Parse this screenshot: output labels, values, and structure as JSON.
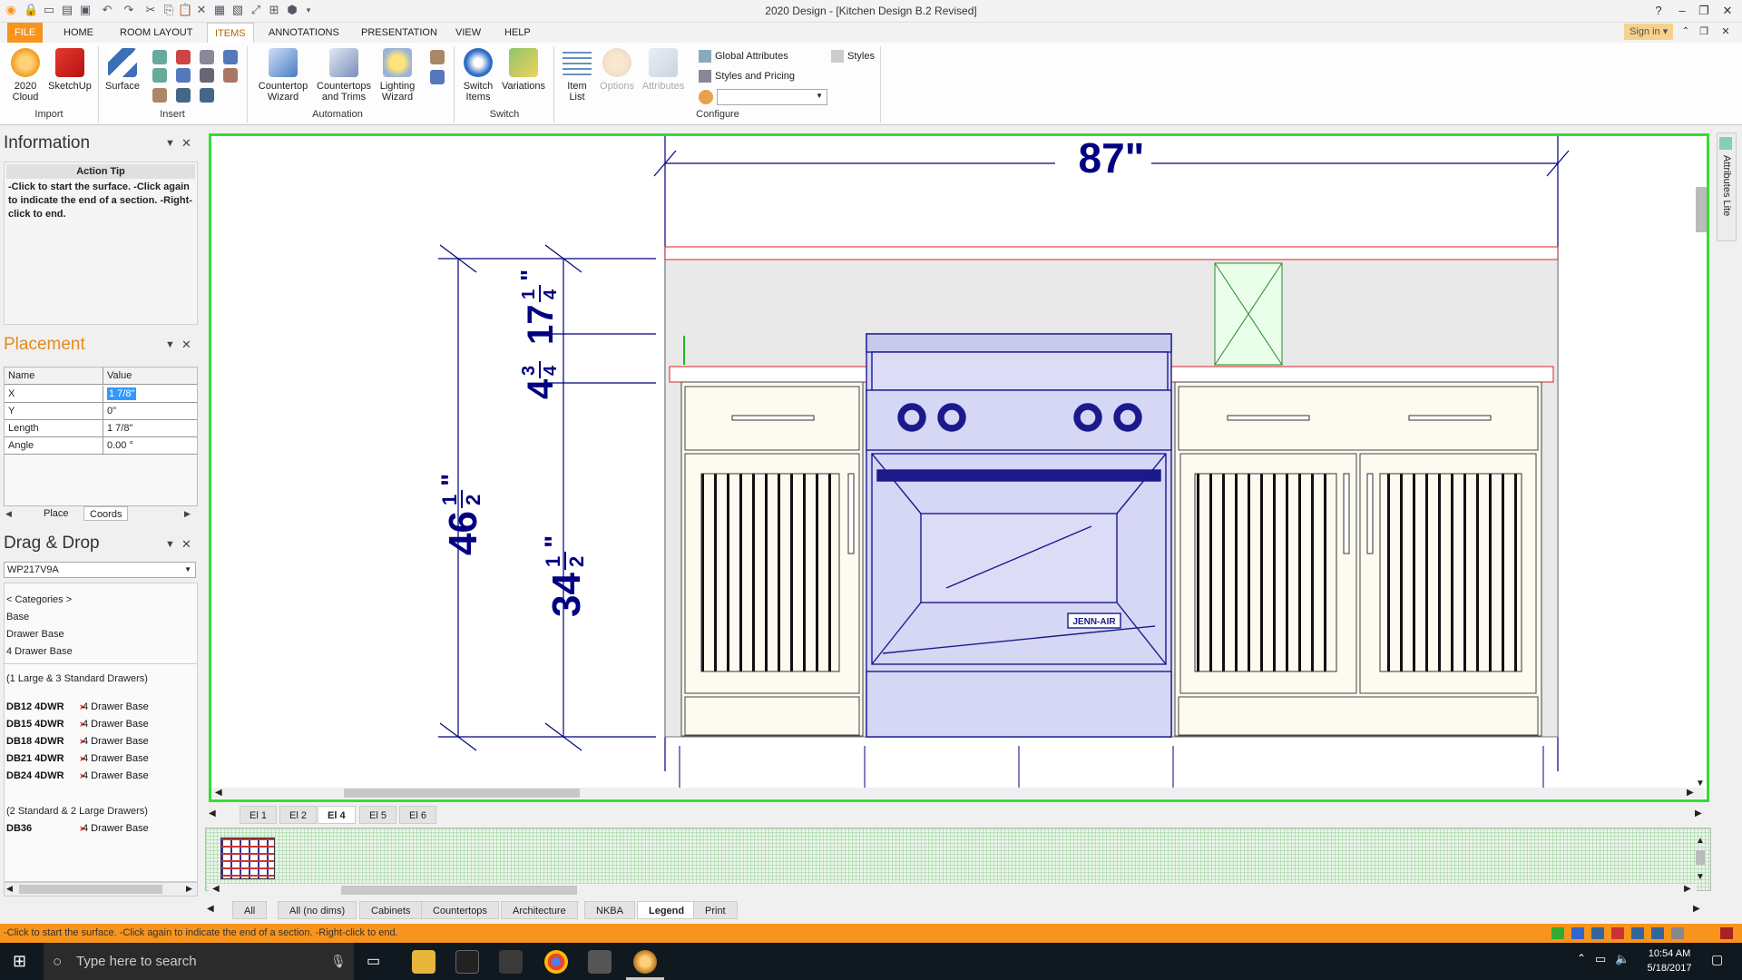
{
  "window": {
    "title": "2020 Design - [Kitchen Design B.2 Revised]"
  },
  "menu": {
    "items": [
      "FILE",
      "HOME",
      "ROOM LAYOUT",
      "ITEMS",
      "ANNOTATIONS",
      "PRESENTATION",
      "VIEW",
      "HELP"
    ],
    "active": "ITEMS",
    "signin": "Sign in"
  },
  "ribbon": {
    "import": {
      "title": "Import",
      "cloud": "2020\nCloud",
      "sketchup": "SketchUp"
    },
    "insert": {
      "title": "Insert",
      "surface": "Surface"
    },
    "automation": {
      "title": "Automation",
      "countertop_wizard": "Countertop\nWizard",
      "countertops_trims": "Countertops\nand Trims",
      "lighting_wizard": "Lighting\nWizard"
    },
    "switch": {
      "title": "Switch",
      "switch_items": "Switch\nItems",
      "variations": "Variations"
    },
    "configure": {
      "title": "Configure",
      "item_list": "Item\nList",
      "options": "Options",
      "attributes": "Attributes",
      "global_attributes": "Global Attributes",
      "styles_pricing": "Styles and Pricing",
      "styles": "Styles"
    }
  },
  "info_panel": {
    "title": "Information",
    "tip_header": "Action Tip",
    "tip_text": "-Click to start the surface. -Click again to indicate the end of a section. -Right-click to end."
  },
  "placement_panel": {
    "title": "Placement",
    "col_name": "Name",
    "col_value": "Value",
    "rows": [
      {
        "name": "X",
        "value": "1 7/8\""
      },
      {
        "name": "Y",
        "value": "0\""
      },
      {
        "name": "Length",
        "value": "1 7/8\""
      },
      {
        "name": "Angle",
        "value": "0.00 °"
      }
    ],
    "tabs": [
      "Place",
      "Coords"
    ]
  },
  "drag_drop": {
    "title": "Drag & Drop",
    "combo": "WP217V9A",
    "categories_label": "< Categories >",
    "path": [
      "Base",
      "Drawer Base",
      "4 Drawer Base"
    ],
    "group1": "(1 Large & 3 Standard Drawers)",
    "items1": [
      {
        "code": "DB12 4DWR",
        "desc": "4 Drawer Base"
      },
      {
        "code": "DB15 4DWR",
        "desc": "4 Drawer Base"
      },
      {
        "code": "DB18 4DWR",
        "desc": "4 Drawer Base"
      },
      {
        "code": "DB21 4DWR",
        "desc": "4 Drawer Base"
      },
      {
        "code": "DB24 4DWR",
        "desc": "4 Drawer Base"
      }
    ],
    "group2": "(2 Standard & 2 Large Drawers)",
    "items2": [
      {
        "code": "DB36",
        "desc": "4 Drawer Base"
      }
    ]
  },
  "drawing": {
    "dim_width": "87\"",
    "dim_total_whole": "46",
    "dim_total_num": "1",
    "dim_total_den": "2",
    "dim_base_whole": "34",
    "dim_base_num": "1",
    "dim_base_den": "2",
    "dim_splash_whole": "17",
    "dim_splash_num": "1",
    "dim_splash_den": "4",
    "dim_counter_whole": "4",
    "dim_counter_num": "3",
    "dim_counter_den": "4",
    "brand": "JENN-AIR",
    "side_tab": "Attributes Lite"
  },
  "sheet_tabs": {
    "items": [
      "El 1",
      "El 2",
      "El 4",
      "El 5",
      "El 6"
    ],
    "active": "El 4"
  },
  "bottom_tabs": {
    "items": [
      "All",
      "All (no dims)",
      "Cabinets",
      "Countertops",
      "Architecture",
      "NKBA",
      "Legend",
      "Print"
    ],
    "active": "Legend"
  },
  "status": {
    "text": "-Click to start the surface. -Click again to indicate the end of a section. -Right-click to end."
  },
  "taskbar": {
    "search_placeholder": "Type here to search",
    "time": "10:54 AM",
    "date": "5/18/2017"
  },
  "colors": {
    "accent": "#f7941d",
    "canvas_border": "#33dd33",
    "range_fill": "#d6d6f5",
    "range_stroke": "#1a1a8c",
    "cabinet_fill": "#fdfaf0",
    "countertop_line": "#dd2222"
  }
}
